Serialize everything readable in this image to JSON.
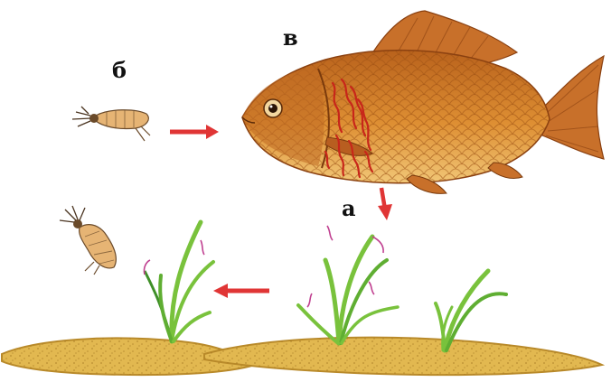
{
  "labels": {
    "a": "а",
    "b": "б",
    "v": "в"
  },
  "colors": {
    "fish_body": "#d9892e",
    "fish_dark": "#9a4e12",
    "fish_belly": "#f0c070",
    "fin": "#c8702a",
    "arrow": "#e03535",
    "sediment": "#e2b850",
    "sediment_edge": "#b98a2a",
    "grass": "#79c23c",
    "grass_dark": "#3f8f28",
    "larva": "#e6b474",
    "larva_dark": "#6a4a2a",
    "gill_worm": "#c8261a",
    "worm_on_grass": "#c04090"
  },
  "icons": {
    "fish": "carp-fish-icon",
    "arrow": "red-arrow-icon",
    "larva": "larva-icon",
    "plant": "grass-plant-icon"
  }
}
